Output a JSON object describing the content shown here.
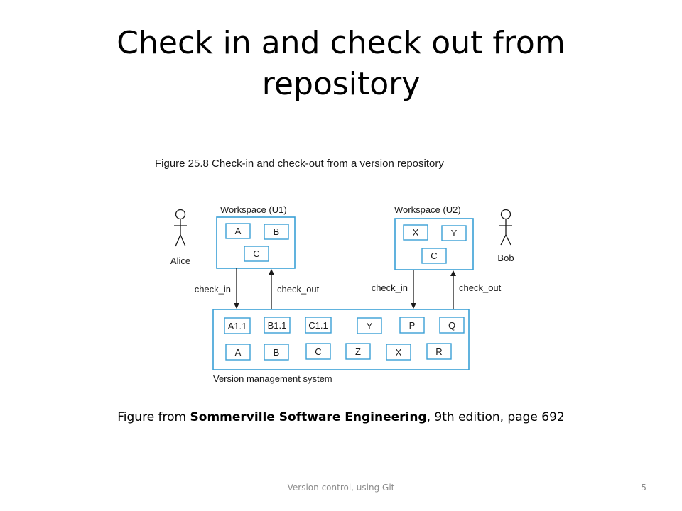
{
  "slide": {
    "title_lines": [
      "Check in and check out from",
      "repository"
    ],
    "footer_text": "Version control, using Git",
    "page_number": "5"
  },
  "figure": {
    "caption": "Figure 25.8  Check-in and check-out from a version repository",
    "colors": {
      "box_border": "#3aa0d6",
      "line": "#1a1a1a",
      "text": "#1a1a1a"
    },
    "actors": [
      {
        "name": "Alice"
      },
      {
        "name": "Bob"
      }
    ],
    "workspace_u1": {
      "label": "Workspace (U1)",
      "items": [
        "A",
        "B",
        "C"
      ]
    },
    "workspace_u2": {
      "label": "Workspace (U2)",
      "items": [
        "X",
        "Y",
        "C"
      ]
    },
    "arrows": {
      "u1_check_in": "check_in",
      "u1_check_out": "check_out",
      "u2_check_in": "check_in",
      "u2_check_out": "check_out"
    },
    "repository": {
      "label": "Version management system",
      "row1": [
        "A1.1",
        "B1.1",
        "C1.1",
        "Y",
        "P",
        "Q"
      ],
      "row2": [
        "A",
        "B",
        "C",
        "Z",
        "X",
        "R"
      ]
    }
  },
  "source": {
    "prefix": "Figure from ",
    "book": "Sommerville Software Engineering",
    "suffix": ", 9th edition, page 692"
  }
}
